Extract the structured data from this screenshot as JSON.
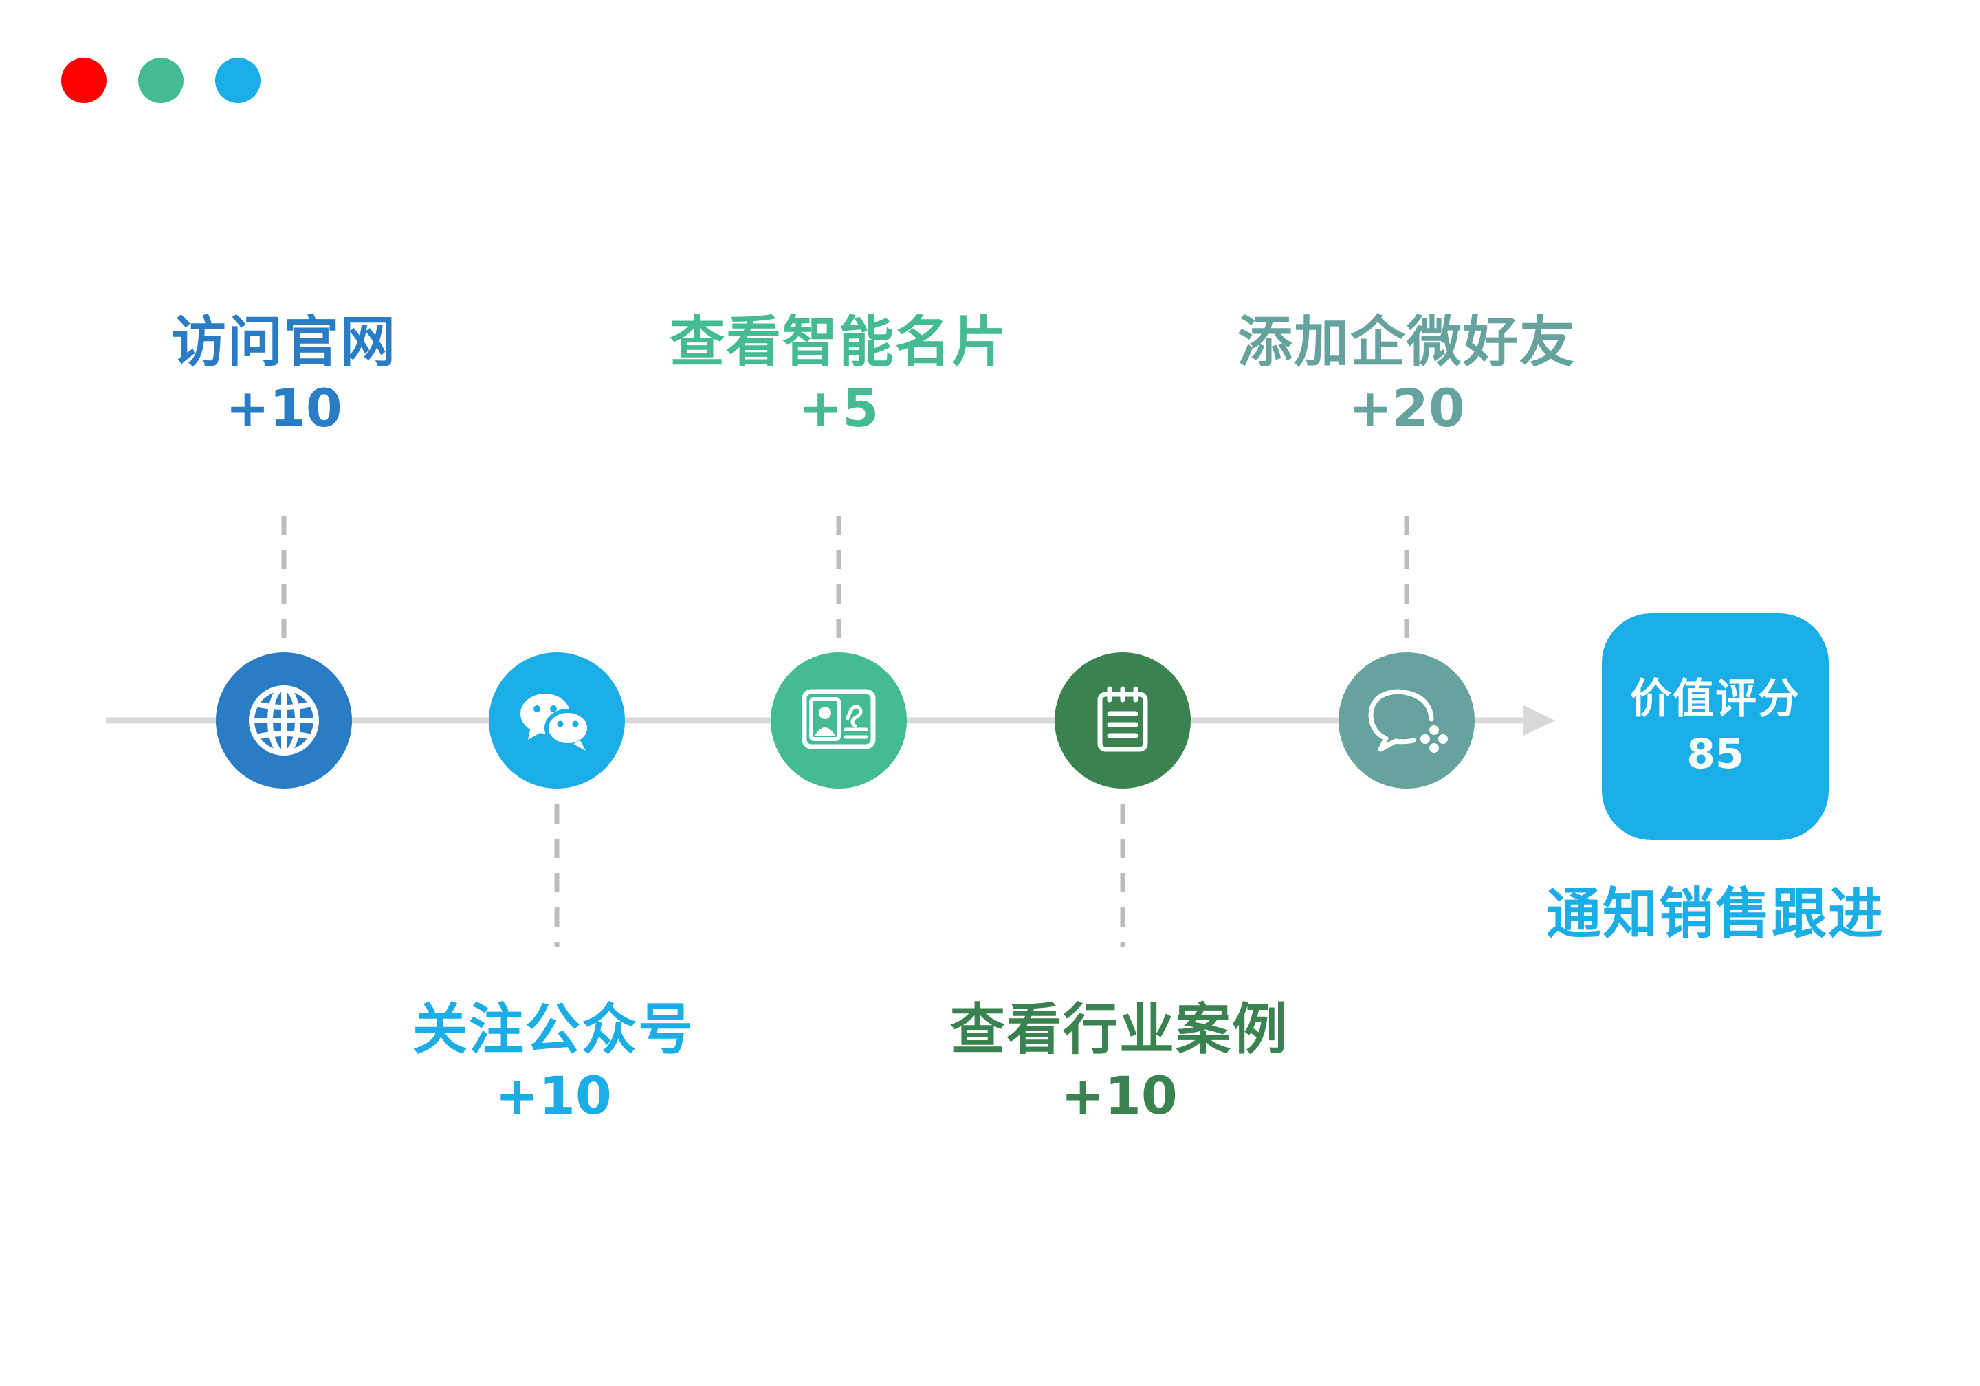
{
  "colors": {
    "window_dot_red": "#FF0000",
    "window_dot_green": "#45BB95",
    "window_dot_blue": "#1BADE6",
    "timeline": "#D9D9D9",
    "connector": "#BDBDBD",
    "visit_website": "#2A7CC4",
    "follow_account": "#1BADE6",
    "view_card": "#45BB95",
    "view_case": "#3A8350",
    "add_wecom": "#66A39F",
    "score_box": "#1BADE6"
  },
  "steps": [
    {
      "title": "访问官网",
      "delta": "+10",
      "icon": "globe-icon"
    },
    {
      "title": "关注公众号",
      "delta": "+10",
      "icon": "wechat-icon"
    },
    {
      "title": "查看智能名片",
      "delta": "+5",
      "icon": "business-card-icon"
    },
    {
      "title": "查看行业案例",
      "delta": "+10",
      "icon": "clipboard-icon"
    },
    {
      "title": "添加企微好友",
      "delta": "+20",
      "icon": "wecom-icon"
    }
  ],
  "result": {
    "score_title": "价值评分",
    "score_value": "85",
    "action": "通知销售跟进"
  }
}
